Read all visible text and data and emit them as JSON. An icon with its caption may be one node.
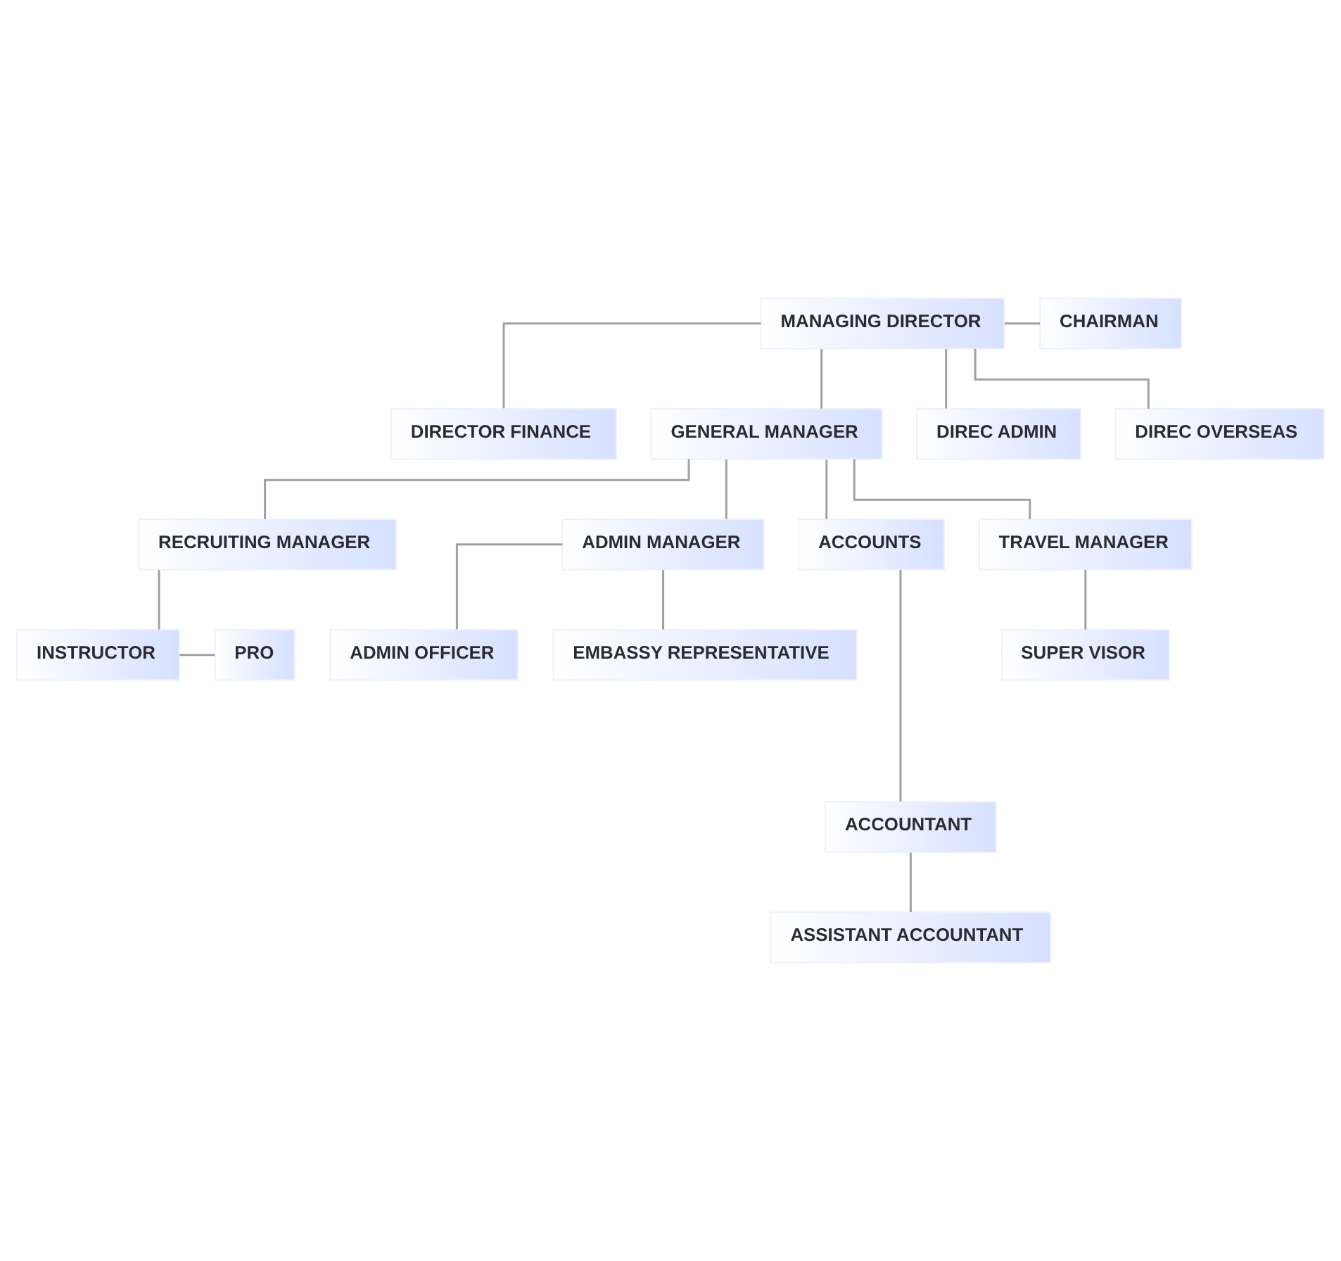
{
  "diagram": {
    "nodes": [
      {
        "text": [
          "MANAGING DIRECTOR"
        ]
      },
      {
        "text": [
          "CHAIRMAN"
        ]
      },
      {
        "text": [
          "DIRECTOR FINANCE"
        ]
      },
      {
        "text": [
          "GENERAL MANAGER"
        ]
      },
      {
        "text": [
          "DIREC ADMIN"
        ]
      },
      {
        "text": [
          "DIREC OVERSEAS"
        ]
      },
      {
        "text": [
          "RECRUITING MANAGER"
        ]
      },
      {
        "text": [
          "ADMIN MANAGER"
        ]
      },
      {
        "text": [
          "ACCOUNTS"
        ]
      },
      {
        "text": [
          "TRAVEL MANAGER"
        ]
      },
      {
        "text": [
          "INSTRUCTOR"
        ]
      },
      {
        "text": [
          "PRO"
        ]
      },
      {
        "text": [
          "SUPER VISOR"
        ]
      },
      {
        "text": [
          "ADMIN OFFICER"
        ]
      },
      {
        "text": [
          "EMBASSY REPRESENTATIVE"
        ]
      },
      {
        "text": [
          "ACCOUNTANT"
        ]
      },
      {
        "text": [
          "ASSISTANT ACCOUNTANT"
        ]
      }
    ],
    "edges": [
      {
        "from": 0,
        "to": 1,
        "arrow": "none"
      },
      {
        "from": 0,
        "to": 2,
        "arrow": "none"
      },
      {
        "from": 0,
        "to": 3,
        "arrow": "none"
      },
      {
        "from": 0,
        "to": 4,
        "arrow": "none"
      },
      {
        "from": 0,
        "to": 5,
        "arrow": "none"
      },
      {
        "from": 3,
        "to": 6,
        "arrow": "none"
      },
      {
        "from": 3,
        "to": 7,
        "arrow": "none"
      },
      {
        "from": 3,
        "to": 8,
        "arrow": "none"
      },
      {
        "from": 3,
        "to": 9,
        "arrow": "none"
      },
      {
        "from": 6,
        "to": 10,
        "arrow": "none"
      },
      {
        "from": 10,
        "to": 11,
        "arrow": "none"
      },
      {
        "from": 9,
        "to": 12,
        "arrow": "none"
      },
      {
        "from": 7,
        "to": 13,
        "arrow": "none"
      },
      {
        "from": 7,
        "to": 14,
        "arrow": "none"
      },
      {
        "from": 8,
        "to": 15,
        "arrow": "none"
      },
      {
        "from": 15,
        "to": 16,
        "arrow": "none"
      }
    ]
  }
}
